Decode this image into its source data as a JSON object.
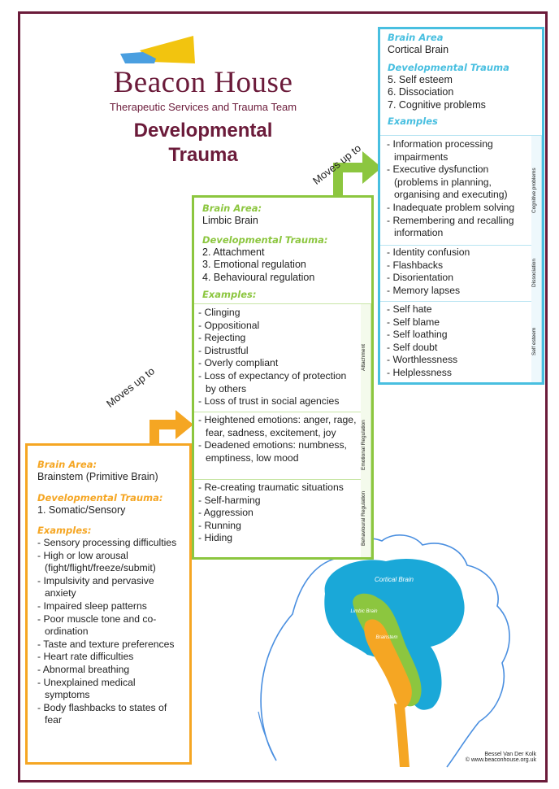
{
  "logo": {
    "name": "Beacon House",
    "subtitle": "Therapeutic Services and Trauma Team"
  },
  "title_lines": [
    "Developmental",
    "Trauma"
  ],
  "colors": {
    "brand": "#6b1b3a",
    "brainstem": "#f5a623",
    "limbic": "#8cc63f",
    "cortical": "#48bfe0",
    "logo_yellow": "#f2c40f",
    "logo_blue": "#4a9fe0"
  },
  "brainstem": {
    "area_label": "Brain Area:",
    "area": "Brainstem (Primitive Brain)",
    "trauma_label": "Developmental Trauma:",
    "trauma": [
      "1. Somatic/Sensory"
    ],
    "examples_label": "Examples:",
    "examples": [
      "Sensory processing difficulties",
      "High or low arousal (fight/flight/freeze/submit)",
      "Impulsivity and pervasive anxiety",
      "Impaired sleep patterns",
      "Poor muscle tone and co-ordination",
      "Taste and texture preferences",
      "Heart rate difficulties",
      "Abnormal breathing",
      "Unexplained medical symptoms",
      "Body flashbacks to states of fear"
    ]
  },
  "limbic": {
    "area_label": "Brain Area:",
    "area": "Limbic Brain",
    "trauma_label": "Developmental Trauma:",
    "trauma": [
      "2. Attachment",
      "3. Emotional regulation",
      "4. Behavioural regulation"
    ],
    "examples_label": "Examples:",
    "groups": [
      {
        "label": "Attachment",
        "items": [
          "Clinging",
          "Oppositional",
          "Rejecting",
          "Distrustful",
          "Overly compliant",
          "Loss of expectancy of protection by others",
          "Loss of trust in social agencies"
        ]
      },
      {
        "label": "Emotional Regulation",
        "items": [
          "Heightened emotions: anger, rage, fear, sadness, excitement, joy",
          "Deadened emotions: numbness, emptiness, low mood"
        ]
      },
      {
        "label": "Behavioural Regulation",
        "items": [
          "Re-creating traumatic situations",
          "Self-harming",
          "Aggression",
          "Running",
          "Hiding"
        ]
      }
    ]
  },
  "cortical": {
    "area_label": "Brain Area",
    "area": "Cortical Brain",
    "trauma_label": "Developmental Trauma",
    "trauma": [
      "5. Self esteem",
      "6. Dissociation",
      "7. Cognitive problems"
    ],
    "examples_label": "Examples",
    "groups": [
      {
        "label": "Cognitive problems",
        "items": [
          "Information processing impairments",
          "Executive dysfunction (problems in planning, organising and executing)",
          "Inadequate problem solving",
          "Remembering and recalling information"
        ]
      },
      {
        "label": "Dissociation",
        "items": [
          "Identity confusion",
          "Flashbacks",
          "Disorientation",
          "Memory lapses"
        ]
      },
      {
        "label": "Self esteem",
        "items": [
          "Self hate",
          "Self blame",
          "Self loathing",
          "Self doubt",
          "Worthlessness",
          "Helplessness"
        ]
      }
    ]
  },
  "arrows": {
    "lower": "Moves up to",
    "upper": "Moves up to"
  },
  "brain_labels": {
    "cortical": "Cortical Brain",
    "limbic": "Limbic Brain",
    "brainstem": "Brainstem"
  },
  "credit": {
    "author": "Bessel Van Der Kolk",
    "site": "© www.beaconhouse.org.uk"
  }
}
